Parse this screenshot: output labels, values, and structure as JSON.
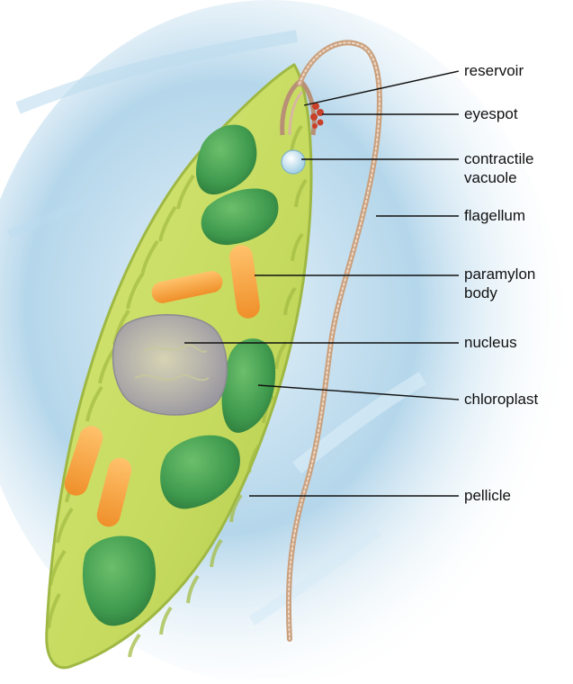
{
  "colors": {
    "water_light": "#e8f3fa",
    "water_blue": "#7fb8da",
    "water_deep": "#4f98c9",
    "body_fill": "#c9dc62",
    "body_ridge": "#a8c04a",
    "chloroplast": "#3f9a4e",
    "chloroplast_light": "#6cbf6b",
    "paramylon": "#f5a23c",
    "nucleus": "#b7b4a4",
    "flagellum": "#c9a07e",
    "eyespot": "#c9412a",
    "leader_line": "#111111"
  },
  "labels": {
    "reservoir": "reservoir",
    "eyespot": "eyespot",
    "contractile_1": "contractile",
    "contractile_2": "vacuole",
    "flagellum": "flagellum",
    "paramylon_1": "paramylon",
    "paramylon_2": "body",
    "nucleus": "nucleus",
    "chloroplast": "chloroplast",
    "pellicle": "pellicle"
  },
  "icons": {
    "cell": "euglena-cell-illustration"
  }
}
